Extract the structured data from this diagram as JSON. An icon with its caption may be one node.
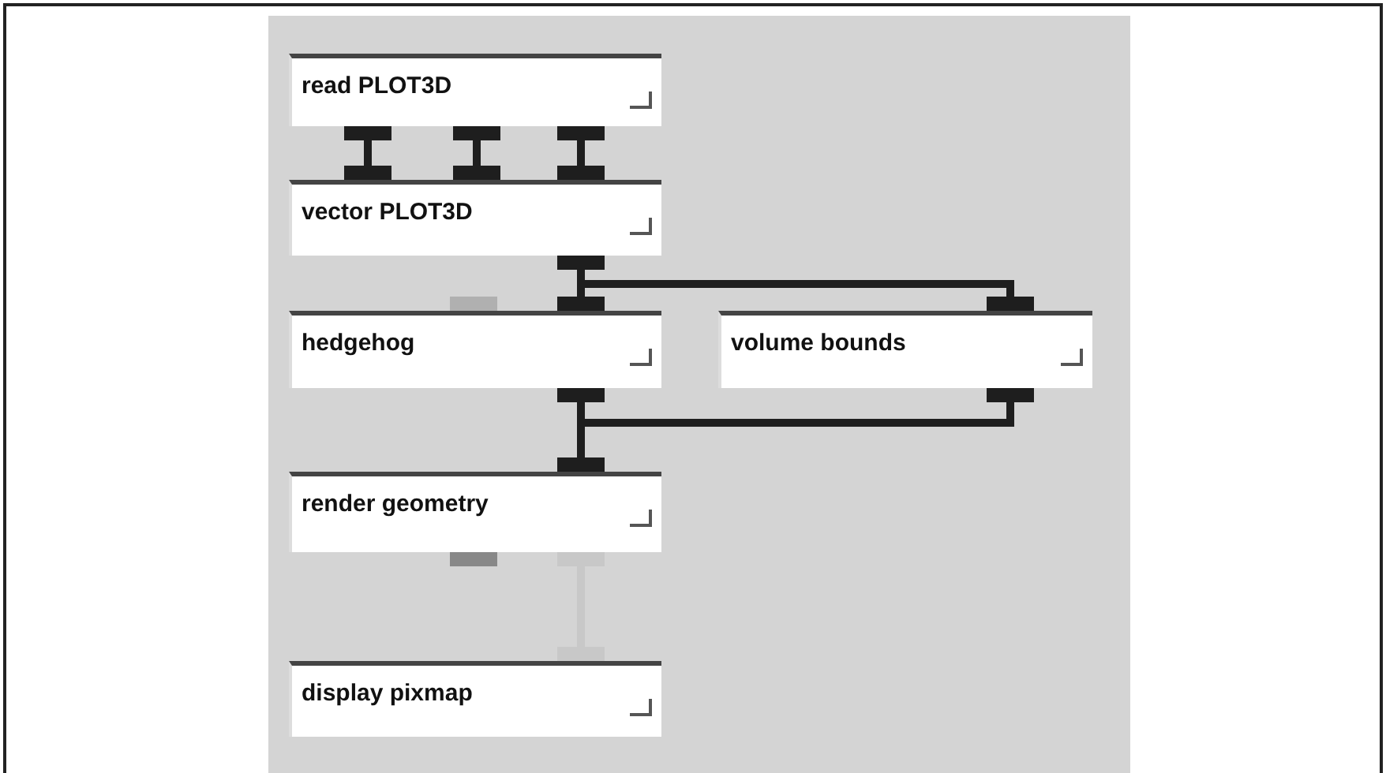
{
  "diagram": {
    "nodes": [
      {
        "text": [
          "read PLOT3D"
        ]
      },
      {
        "text": [
          "vector PLOT3D"
        ]
      },
      {
        "text": [
          "hedgehog"
        ]
      },
      {
        "text": [
          "volume bounds"
        ]
      },
      {
        "text": [
          "render geometry"
        ]
      },
      {
        "text": [
          "display pixmap"
        ]
      }
    ],
    "edges": [
      {
        "from": 0,
        "to": 1,
        "arrow": "none"
      },
      {
        "from": 0,
        "to": 1,
        "arrow": "none"
      },
      {
        "from": 0,
        "to": 1,
        "arrow": "none"
      },
      {
        "from": 1,
        "to": 2,
        "arrow": "none"
      },
      {
        "from": 1,
        "to": 3,
        "arrow": "none"
      },
      {
        "from": 2,
        "to": 4,
        "arrow": "none"
      },
      {
        "from": 3,
        "to": 4,
        "arrow": "none"
      },
      {
        "from": 4,
        "to": 5,
        "arrow": "none",
        "color": "#c8c8c8"
      }
    ]
  }
}
